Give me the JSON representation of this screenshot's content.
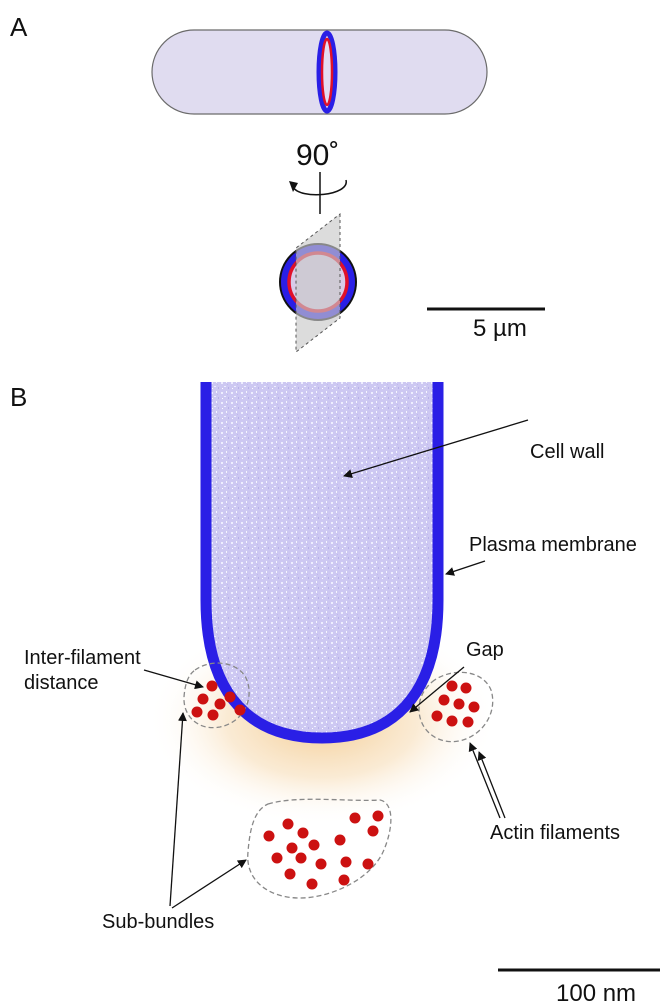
{
  "panels": {
    "a": {
      "label": "A",
      "rotation": "90˚",
      "scale_bar": "5 µm"
    },
    "b": {
      "label": "B",
      "scale_bar": "100 nm",
      "labels": {
        "cell_wall": "Cell wall",
        "plasma_membrane": "Plasma membrane",
        "gap": "Gap",
        "inter_filament_1": "Inter-filament",
        "inter_filament_2": "distance",
        "actin_filaments": "Actin filaments",
        "sub_bundles": "Sub-bundles"
      }
    }
  },
  "colors": {
    "membrane": "#2a1fe6",
    "cell_interior": "#cfcaf0",
    "ring": "#e0102a",
    "actin": "#cc1111",
    "gap": "#f3c98d",
    "text": "#111111"
  }
}
